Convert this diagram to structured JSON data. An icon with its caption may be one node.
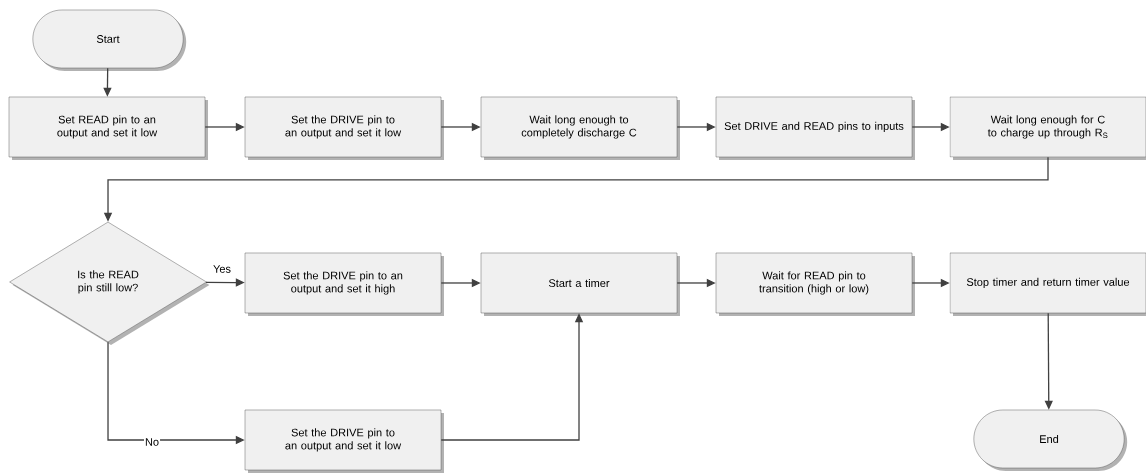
{
  "diagram": {
    "nodes": [
      {
        "text": [
          "Start"
        ]
      },
      {
        "text": [
          "Set READ pin to an output and set it low"
        ]
      },
      {
        "text": [
          "Set the DRIVE pin to an output and set it low"
        ]
      },
      {
        "text": [
          "Wait long enough to completely discharge C"
        ]
      },
      {
        "text": [
          "Set DRIVE and READ pins to inputs"
        ]
      },
      {
        "text": [
          "Wait long enough for C to charge up through R$_{S}$"
        ]
      },
      {
        "text": [
          "Is the READ pin still low?"
        ]
      },
      {
        "text": [
          "Set the DRIVE pin to an output and set it high"
        ]
      },
      {
        "text": [
          "Start a timer"
        ]
      },
      {
        "text": [
          "Wait for READ pin to transition (high or low)"
        ]
      },
      {
        "text": [
          "Stop timer and return timer value"
        ]
      },
      {
        "text": [
          "Set the DRIVE pin to an output and set it low"
        ]
      },
      {
        "text": [
          "End"
        ]
      }
    ],
    "edges": [
      {
        "from": 0,
        "to": 1,
        "arrow": "to"
      },
      {
        "from": 1,
        "to": 2,
        "arrow": "to"
      },
      {
        "from": 2,
        "to": 3,
        "arrow": "to"
      },
      {
        "from": 3,
        "to": 4,
        "arrow": "to"
      },
      {
        "from": 4,
        "to": 5,
        "arrow": "to"
      },
      {
        "from": 5,
        "to": 6,
        "arrow": "to"
      },
      {
        "from": 6,
        "to": 7,
        "arrow": "to",
        "label": "Yes"
      },
      {
        "from": 6,
        "to": 11,
        "arrow": "to",
        "label": "No"
      },
      {
        "from": 7,
        "to": 8,
        "arrow": "to"
      },
      {
        "from": 11,
        "to": 8,
        "arrow": "to"
      },
      {
        "from": 8,
        "to": 9,
        "arrow": "to"
      },
      {
        "from": 9,
        "to": 10,
        "arrow": "to"
      },
      {
        "from": 10,
        "to": 12,
        "arrow": "to"
      }
    ]
  }
}
